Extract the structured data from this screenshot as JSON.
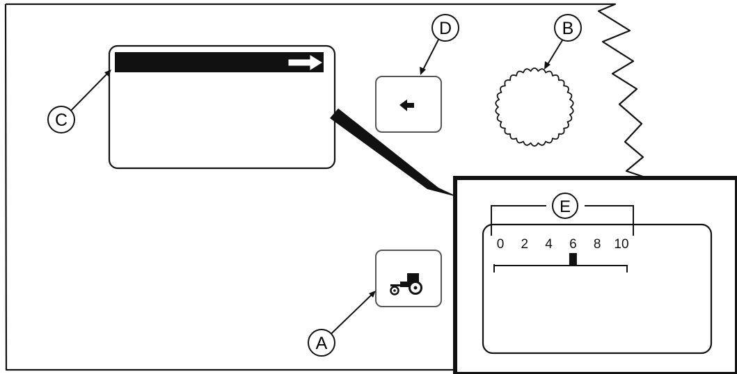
{
  "callouts": {
    "a": "A",
    "b": "B",
    "c": "C",
    "d": "D",
    "e": "E"
  },
  "scale": {
    "ticks": [
      "0",
      "2",
      "4",
      "6",
      "8",
      "10"
    ],
    "indicator_value": 6
  },
  "icons": {
    "left_arrow_button": "left-arrow-icon",
    "tractor_button": "tractor-icon",
    "header_arrow": "right-arrow-icon"
  }
}
